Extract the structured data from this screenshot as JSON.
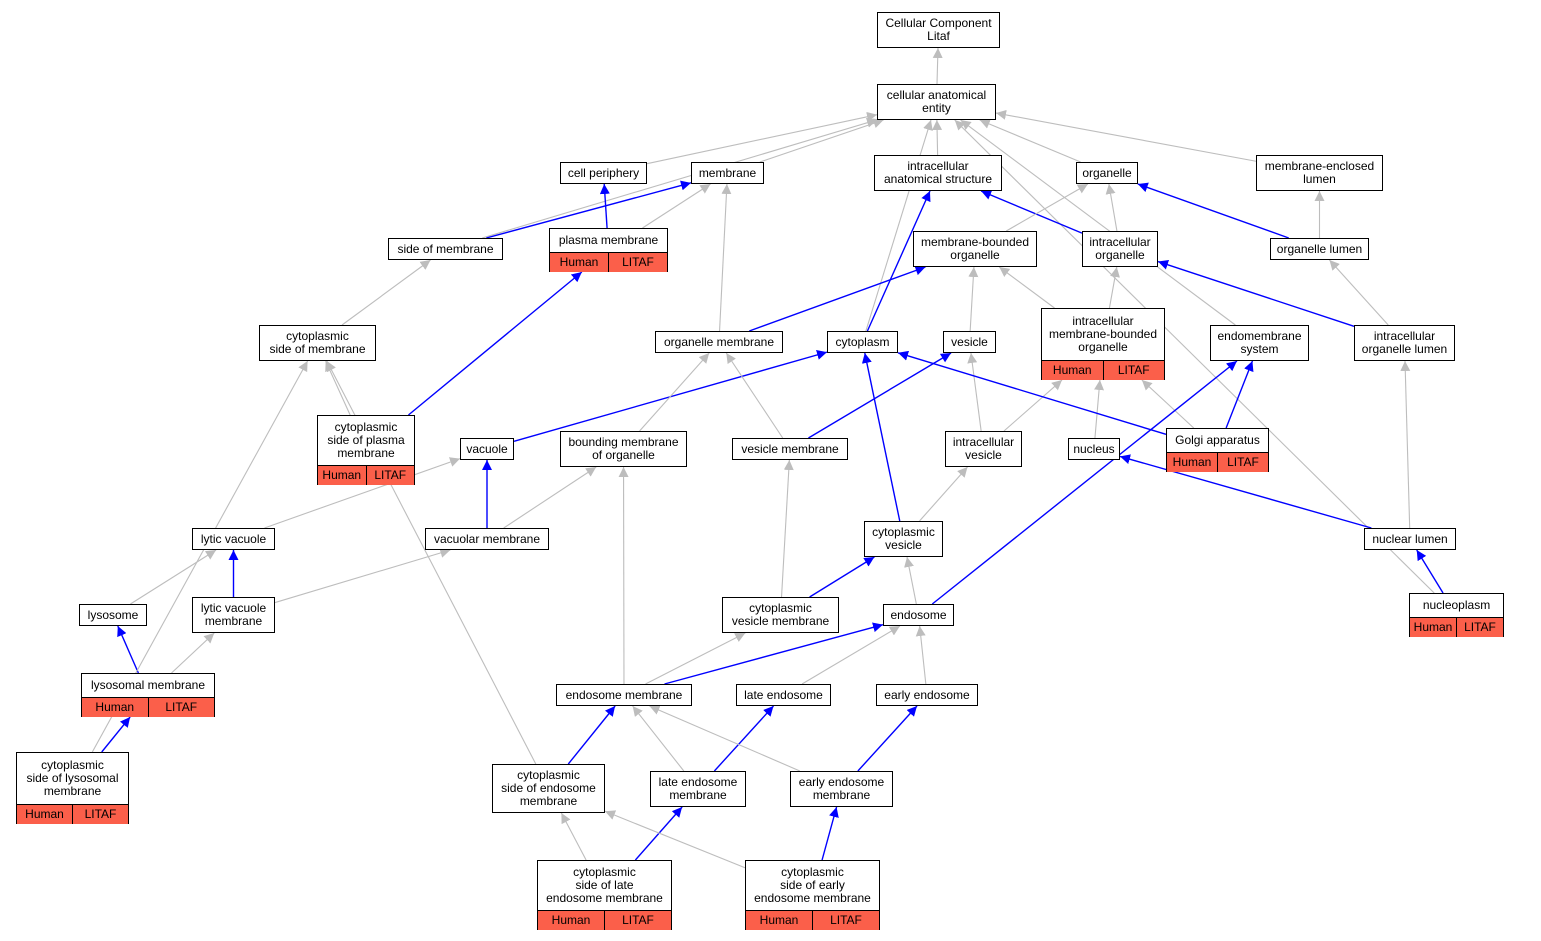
{
  "colors": {
    "is_a": "#bdbdbd",
    "part_of": "#0000ff",
    "annotation_bg": "#fb5f4a"
  },
  "nodes": [
    {
      "id": "root",
      "label": "Cellular Component\nLitaf"
    },
    {
      "id": "cae",
      "label": "cellular anatomical\nentity"
    },
    {
      "id": "cell_periphery",
      "label": "cell periphery"
    },
    {
      "id": "membrane",
      "label": "membrane"
    },
    {
      "id": "ias",
      "label": "intracellular\nanatomical structure"
    },
    {
      "id": "organelle",
      "label": "organelle"
    },
    {
      "id": "mel",
      "label": "membrane-enclosed\nlumen"
    },
    {
      "id": "side_of_membrane",
      "label": "side of membrane"
    },
    {
      "id": "plasma_membrane",
      "label": "plasma membrane",
      "annotations": [
        "Human",
        "LITAF"
      ]
    },
    {
      "id": "mbo",
      "label": "membrane-bounded\norganelle"
    },
    {
      "id": "intracellular_organelle",
      "label": "intracellular\norganelle"
    },
    {
      "id": "organelle_lumen",
      "label": "organelle lumen"
    },
    {
      "id": "cyto_side_membrane",
      "label": "cytoplasmic\nside of membrane"
    },
    {
      "id": "organelle_membrane",
      "label": "organelle membrane"
    },
    {
      "id": "cytoplasm",
      "label": "cytoplasm"
    },
    {
      "id": "vesicle",
      "label": "vesicle"
    },
    {
      "id": "imbo",
      "label": "intracellular\nmembrane-bounded\norganelle",
      "annotations": [
        "Human",
        "LITAF"
      ]
    },
    {
      "id": "endomembrane",
      "label": "endomembrane\nsystem"
    },
    {
      "id": "iol",
      "label": "intracellular\norganelle lumen"
    },
    {
      "id": "cyto_side_pm",
      "label": "cytoplasmic\nside of plasma\nmembrane",
      "annotations": [
        "Human",
        "LITAF"
      ]
    },
    {
      "id": "vacuole",
      "label": "vacuole"
    },
    {
      "id": "bounding_membrane",
      "label": "bounding membrane\nof organelle"
    },
    {
      "id": "vesicle_membrane",
      "label": "vesicle membrane"
    },
    {
      "id": "intracellular_vesicle",
      "label": "intracellular\nvesicle"
    },
    {
      "id": "nucleus",
      "label": "nucleus"
    },
    {
      "id": "golgi",
      "label": "Golgi apparatus",
      "annotations": [
        "Human",
        "LITAF"
      ]
    },
    {
      "id": "lytic_vacuole",
      "label": "lytic vacuole"
    },
    {
      "id": "vacuolar_membrane",
      "label": "vacuolar membrane"
    },
    {
      "id": "cyto_vesicle",
      "label": "cytoplasmic\nvesicle"
    },
    {
      "id": "nuclear_lumen",
      "label": "nuclear lumen"
    },
    {
      "id": "lysosome",
      "label": "lysosome"
    },
    {
      "id": "lytic_vacuole_membrane",
      "label": "lytic vacuole\nmembrane"
    },
    {
      "id": "cyto_vesicle_membrane",
      "label": "cytoplasmic\nvesicle membrane"
    },
    {
      "id": "endosome",
      "label": "endosome"
    },
    {
      "id": "nucleoplasm",
      "label": "nucleoplasm",
      "annotations": [
        "Human",
        "LITAF"
      ]
    },
    {
      "id": "lysosomal_membrane",
      "label": "lysosomal membrane",
      "annotations": [
        "Human",
        "LITAF"
      ]
    },
    {
      "id": "endosome_membrane",
      "label": "endosome membrane"
    },
    {
      "id": "late_endosome",
      "label": "late endosome"
    },
    {
      "id": "early_endosome",
      "label": "early endosome"
    },
    {
      "id": "cyto_side_lysosomal",
      "label": "cytoplasmic\nside of lysosomal\nmembrane",
      "annotations": [
        "Human",
        "LITAF"
      ]
    },
    {
      "id": "cyto_side_endosome",
      "label": "cytoplasmic\nside of endosome\nmembrane"
    },
    {
      "id": "late_endosome_membrane",
      "label": "late endosome\nmembrane"
    },
    {
      "id": "early_endosome_membrane",
      "label": "early endosome\nmembrane"
    },
    {
      "id": "cyto_side_late",
      "label": "cytoplasmic\nside of late\nendosome membrane",
      "annotations": [
        "Human",
        "LITAF"
      ]
    },
    {
      "id": "cyto_side_early",
      "label": "cytoplasmic\nside of early\nendosome membrane",
      "annotations": [
        "Human",
        "LITAF"
      ]
    }
  ],
  "edges": [
    {
      "from": "cae",
      "to": "root",
      "type": "is_a"
    },
    {
      "from": "cell_periphery",
      "to": "cae",
      "type": "is_a"
    },
    {
      "from": "membrane",
      "to": "cae",
      "type": "is_a"
    },
    {
      "from": "ias",
      "to": "cae",
      "type": "is_a"
    },
    {
      "from": "organelle",
      "to": "cae",
      "type": "is_a"
    },
    {
      "from": "mel",
      "to": "cae",
      "type": "is_a"
    },
    {
      "from": "side_of_membrane",
      "to": "cae",
      "type": "is_a"
    },
    {
      "from": "cytoplasm",
      "to": "cae",
      "type": "is_a"
    },
    {
      "from": "endomembrane",
      "to": "cae",
      "type": "is_a"
    },
    {
      "from": "nucleoplasm",
      "to": "cae",
      "type": "is_a"
    },
    {
      "from": "side_of_membrane",
      "to": "membrane",
      "type": "part_of"
    },
    {
      "from": "plasma_membrane",
      "to": "cell_periphery",
      "type": "part_of"
    },
    {
      "from": "plasma_membrane",
      "to": "membrane",
      "type": "is_a"
    },
    {
      "from": "organelle_membrane",
      "to": "membrane",
      "type": "is_a"
    },
    {
      "from": "cytoplasm",
      "to": "ias",
      "type": "part_of"
    },
    {
      "from": "intracellular_organelle",
      "to": "ias",
      "type": "part_of"
    },
    {
      "from": "mbo",
      "to": "organelle",
      "type": "is_a"
    },
    {
      "from": "intracellular_organelle",
      "to": "organelle",
      "type": "is_a"
    },
    {
      "from": "organelle_lumen",
      "to": "organelle",
      "type": "part_of"
    },
    {
      "from": "organelle_lumen",
      "to": "mel",
      "type": "is_a"
    },
    {
      "from": "cyto_side_membrane",
      "to": "side_of_membrane",
      "type": "is_a"
    },
    {
      "from": "cyto_side_pm",
      "to": "plasma_membrane",
      "type": "part_of"
    },
    {
      "from": "cyto_side_pm",
      "to": "cyto_side_membrane",
      "type": "is_a"
    },
    {
      "from": "organelle_membrane",
      "to": "mbo",
      "type": "part_of"
    },
    {
      "from": "vesicle",
      "to": "mbo",
      "type": "is_a"
    },
    {
      "from": "imbo",
      "to": "mbo",
      "type": "is_a"
    },
    {
      "from": "imbo",
      "to": "intracellular_organelle",
      "type": "is_a"
    },
    {
      "from": "iol",
      "to": "intracellular_organelle",
      "type": "part_of"
    },
    {
      "from": "iol",
      "to": "organelle_lumen",
      "type": "is_a"
    },
    {
      "from": "vacuole",
      "to": "cytoplasm",
      "type": "part_of"
    },
    {
      "from": "bounding_membrane",
      "to": "organelle_membrane",
      "type": "is_a"
    },
    {
      "from": "vesicle_membrane",
      "to": "organelle_membrane",
      "type": "is_a"
    },
    {
      "from": "vesicle_membrane",
      "to": "vesicle",
      "type": "part_of"
    },
    {
      "from": "intracellular_vesicle",
      "to": "vesicle",
      "type": "is_a"
    },
    {
      "from": "intracellular_vesicle",
      "to": "imbo",
      "type": "is_a"
    },
    {
      "from": "nucleus",
      "to": "imbo",
      "type": "is_a"
    },
    {
      "from": "golgi",
      "to": "imbo",
      "type": "is_a"
    },
    {
      "from": "golgi",
      "to": "cytoplasm",
      "type": "part_of"
    },
    {
      "from": "golgi",
      "to": "endomembrane",
      "type": "part_of"
    },
    {
      "from": "vacuolar_membrane",
      "to": "vacuole",
      "type": "part_of"
    },
    {
      "from": "vacuolar_membrane",
      "to": "bounding_membrane",
      "type": "is_a"
    },
    {
      "from": "lytic_vacuole",
      "to": "vacuole",
      "type": "is_a"
    },
    {
      "from": "cyto_vesicle",
      "to": "cytoplasm",
      "type": "part_of"
    },
    {
      "from": "cyto_vesicle",
      "to": "intracellular_vesicle",
      "type": "is_a"
    },
    {
      "from": "nuclear_lumen",
      "to": "nucleus",
      "type": "part_of"
    },
    {
      "from": "nuclear_lumen",
      "to": "iol",
      "type": "is_a"
    },
    {
      "from": "lysosome",
      "to": "lytic_vacuole",
      "type": "is_a"
    },
    {
      "from": "lytic_vacuole_membrane",
      "to": "lytic_vacuole",
      "type": "part_of"
    },
    {
      "from": "lytic_vacuole_membrane",
      "to": "vacuolar_membrane",
      "type": "is_a"
    },
    {
      "from": "cyto_vesicle_membrane",
      "to": "cyto_vesicle",
      "type": "part_of"
    },
    {
      "from": "cyto_vesicle_membrane",
      "to": "vesicle_membrane",
      "type": "is_a"
    },
    {
      "from": "endosome",
      "to": "cyto_vesicle",
      "type": "is_a"
    },
    {
      "from": "endosome",
      "to": "endomembrane",
      "type": "part_of"
    },
    {
      "from": "nucleoplasm",
      "to": "nuclear_lumen",
      "type": "part_of"
    },
    {
      "from": "lysosomal_membrane",
      "to": "lysosome",
      "type": "part_of"
    },
    {
      "from": "lysosomal_membrane",
      "to": "lytic_vacuole_membrane",
      "type": "is_a"
    },
    {
      "from": "endosome_membrane",
      "to": "endosome",
      "type": "part_of"
    },
    {
      "from": "endosome_membrane",
      "to": "bounding_membrane",
      "type": "is_a"
    },
    {
      "from": "endosome_membrane",
      "to": "cyto_vesicle_membrane",
      "type": "is_a"
    },
    {
      "from": "late_endosome",
      "to": "endosome",
      "type": "is_a"
    },
    {
      "from": "early_endosome",
      "to": "endosome",
      "type": "is_a"
    },
    {
      "from": "cyto_side_lysosomal",
      "to": "lysosomal_membrane",
      "type": "part_of"
    },
    {
      "from": "cyto_side_lysosomal",
      "to": "cyto_side_membrane",
      "type": "is_a"
    },
    {
      "from": "cyto_side_endosome",
      "to": "endosome_membrane",
      "type": "part_of"
    },
    {
      "from": "cyto_side_endosome",
      "to": "cyto_side_membrane",
      "type": "is_a"
    },
    {
      "from": "late_endosome_membrane",
      "to": "endosome_membrane",
      "type": "is_a"
    },
    {
      "from": "late_endosome_membrane",
      "to": "late_endosome",
      "type": "part_of"
    },
    {
      "from": "early_endosome_membrane",
      "to": "endosome_membrane",
      "type": "is_a"
    },
    {
      "from": "early_endosome_membrane",
      "to": "early_endosome",
      "type": "part_of"
    },
    {
      "from": "cyto_side_late",
      "to": "late_endosome_membrane",
      "type": "part_of"
    },
    {
      "from": "cyto_side_late",
      "to": "cyto_side_endosome",
      "type": "is_a"
    },
    {
      "from": "cyto_side_early",
      "to": "early_endosome_membrane",
      "type": "part_of"
    },
    {
      "from": "cyto_side_early",
      "to": "cyto_side_endosome",
      "type": "is_a"
    }
  ]
}
